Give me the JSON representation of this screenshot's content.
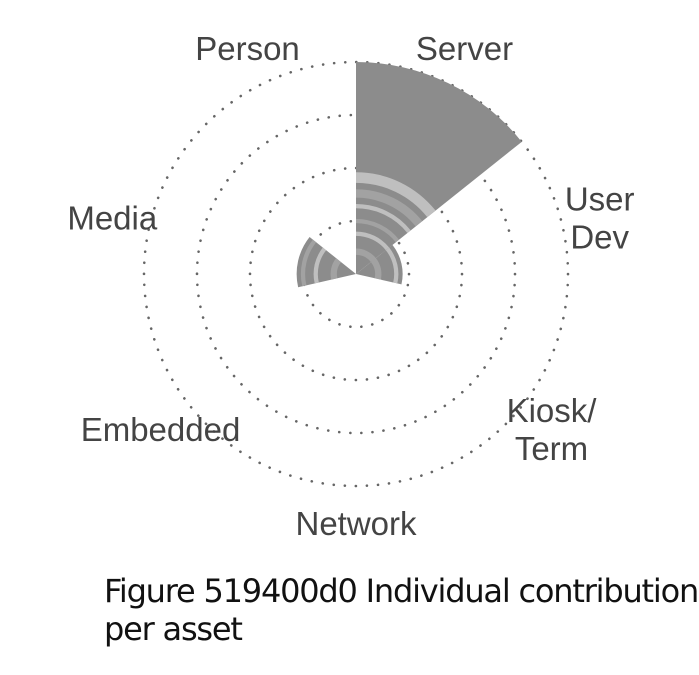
{
  "chart_data": {
    "type": "polar_area",
    "categories": [
      "Server",
      "User\nDev",
      "Kiosk/\nTerm",
      "Network",
      "Embedded",
      "Media",
      "Person"
    ],
    "values": [
      1.0,
      0.22,
      0.0,
      0.0,
      0.0,
      0.28,
      0.0
    ],
    "rlim": [
      0,
      1
    ],
    "grid": "dotted concentric rings",
    "legend": "none",
    "colors": {
      "wedge_dark": "#8c8c8c",
      "wedge_light": "#c8c8c8",
      "wedge_mid": "#a6a6a6",
      "grid": "#666666",
      "label": "#444444"
    }
  },
  "caption": {
    "line1": "Figure 519400d0 Individual contribution",
    "line2": "per asset"
  }
}
